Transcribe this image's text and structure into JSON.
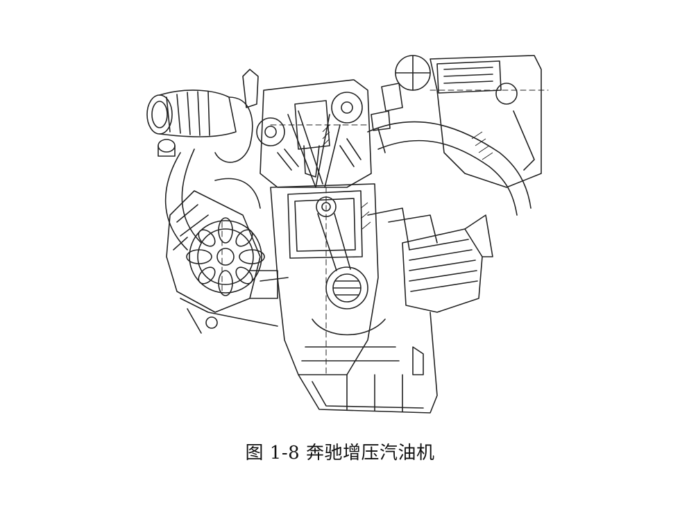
{
  "figure": {
    "caption_number": "图 1-8",
    "caption_title": "奔驰增压汽油机",
    "drawing_subject": "engine-cutaway-line-drawing",
    "line_color": "#222222",
    "background_color": "#ffffff"
  }
}
